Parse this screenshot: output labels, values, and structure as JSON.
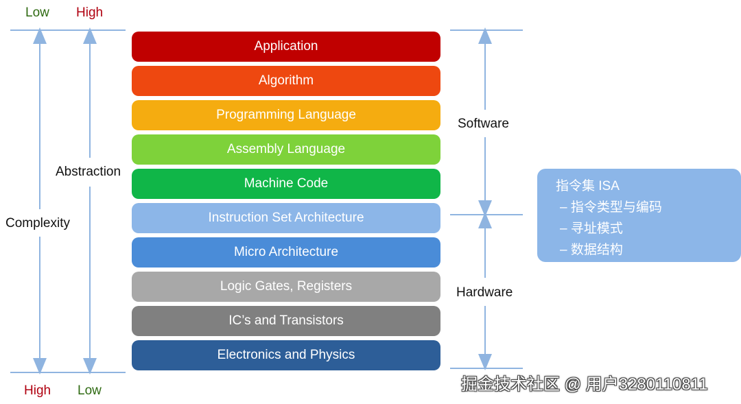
{
  "left_axis": {
    "complexity_label": "Complexity",
    "abstraction_label": "Abstraction",
    "complexity_top": "Low",
    "abstraction_top": "High",
    "complexity_bottom": "High",
    "abstraction_bottom": "Low"
  },
  "layers": [
    {
      "label": "Application",
      "color": "#c00000"
    },
    {
      "label": "Algorithm",
      "color": "#ee4810"
    },
    {
      "label": "Programming Language",
      "color": "#f5ac10"
    },
    {
      "label": "Assembly Language",
      "color": "#7ed23a"
    },
    {
      "label": "Machine Code",
      "color": "#10b648"
    },
    {
      "label": "Instruction Set Architecture",
      "color": "#8cb6e8"
    },
    {
      "label": "Micro Architecture",
      "color": "#4a8cd8"
    },
    {
      "label": "Logic Gates, Registers",
      "color": "#a8a8a8"
    },
    {
      "label": "IC’s and Transistors",
      "color": "#808080"
    },
    {
      "label": "Electronics and Physics",
      "color": "#2d5e98"
    }
  ],
  "right_axis": {
    "software_label": "Software",
    "hardware_label": "Hardware"
  },
  "isa_box": {
    "title": "指令集 ISA",
    "items": [
      "– 指令类型与编码",
      "– 寻址模式",
      "– 数据结构"
    ]
  },
  "watermark": "掘金技术社区 @ 用户3280110811"
}
